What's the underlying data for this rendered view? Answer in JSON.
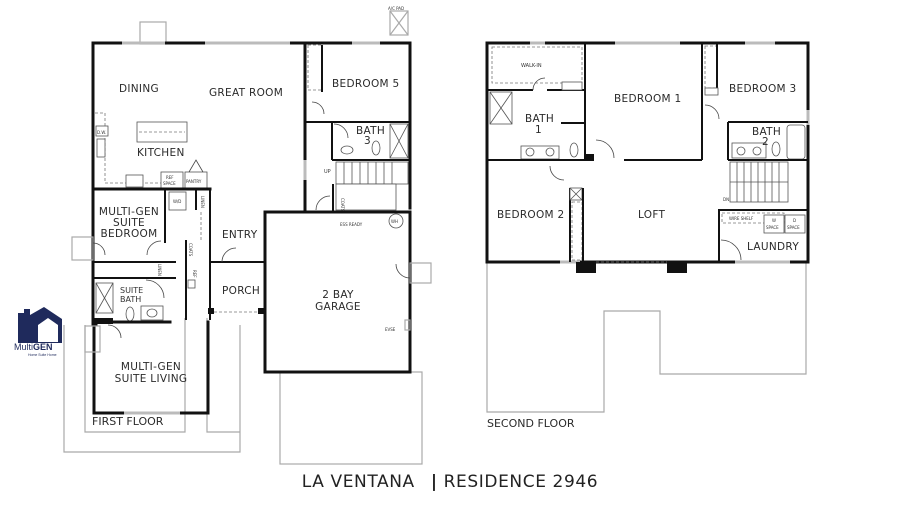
{
  "title": {
    "community": "LA VENTANA",
    "separator": "|",
    "residence": "RESIDENCE 2946"
  },
  "logo": {
    "brand_light": "Multi",
    "brand_bold": "GEN",
    "tagline": "Home Suite Home",
    "color": "#1f2a5c"
  },
  "first_floor": {
    "label": "FIRST FLOOR",
    "rooms": {
      "dining": "DINING",
      "great_room": "GREAT ROOM",
      "kitchen": "KITCHEN",
      "bedroom5": "BEDROOM 5",
      "bath3_line1": "BATH",
      "bath3_line2": "3",
      "suite_bedroom_line1": "MULTI-GEN",
      "suite_bedroom_line2": "SUITE",
      "suite_bedroom_line3": "BEDROOM",
      "entry": "ENTRY",
      "porch": "PORCH",
      "suite_bath_line1": "SUITE",
      "suite_bath_line2": "BATH",
      "suite_living_line1": "MULTI-GEN",
      "suite_living_line2": "SUITE LIVING",
      "garage_line1": "2 BAY",
      "garage_line2": "GARAGE"
    },
    "fixtures": {
      "dw": "D.W.",
      "ref_space_line1": "REF",
      "ref_space_line2": "SPACE",
      "pantry": "PANTRY",
      "wd": "W/D",
      "linen": "LINEN",
      "coats": "COATS",
      "up": "UP",
      "ess_ready": "ESS READY",
      "wh": "WH",
      "evse": "EVSE",
      "ac_pad": "A/C PAD"
    }
  },
  "second_floor": {
    "label": "SECOND FLOOR",
    "rooms": {
      "walk_in": "WALK-IN",
      "bedroom1": "BEDROOM 1",
      "bath1_line1": "BATH",
      "bath1_line2": "1",
      "bedroom3": "BEDROOM 3",
      "bath2_line1": "BATH",
      "bath2_line2": "2",
      "bedroom2": "BEDROOM 2",
      "loft": "LOFT",
      "laundry": "LAUNDRY"
    },
    "fixtures": {
      "dn": "DN",
      "wire_shelf": "WIRE SHELF",
      "w_space_line1": "W",
      "w_space_line2": "SPACE",
      "d_space_line1": "D",
      "d_space_line2": "SPACE"
    }
  }
}
